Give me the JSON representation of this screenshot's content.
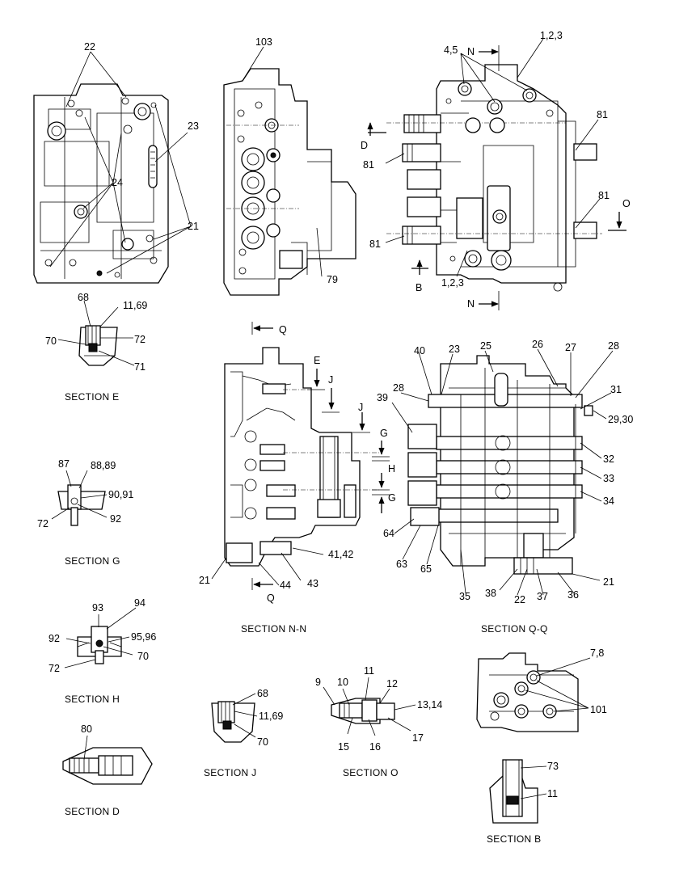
{
  "callouts": {
    "c22a": "22",
    "c103": "103",
    "c45": "4,5",
    "cN1": "N",
    "c123a": "1,2,3",
    "c23a": "23",
    "c81a": "81",
    "cD": "D",
    "c81b": "81",
    "c24": "24",
    "c81c": "81",
    "cO": "O",
    "c21a": "21",
    "c81d": "81",
    "cB": "B",
    "c79": "79",
    "c123b": "1,2,3",
    "cN2": "N",
    "c68a": "68",
    "c1169a": "11,69",
    "c70a": "70",
    "c72a": "72",
    "c71": "71",
    "cQ1": "Q",
    "cE": "E",
    "cJ1": "J",
    "cJ2": "J",
    "cG1": "G",
    "cH": "H",
    "cG2": "G",
    "c40": "40",
    "c23b": "23",
    "c25": "25",
    "c26": "26",
    "c27": "27",
    "c28a": "28",
    "c28b": "28",
    "c31": "31",
    "c39": "39",
    "c2930": "29,30",
    "c32": "32",
    "c87": "87",
    "c8889": "88,89",
    "c33": "33",
    "c9091": "90,91",
    "c34": "34",
    "c72b": "72",
    "c92a": "92",
    "c64": "64",
    "c4142": "41,42",
    "c63": "63",
    "c65": "65",
    "c21b": "21",
    "c44": "44",
    "c43": "43",
    "cQ2": "Q",
    "c35": "35",
    "c38": "38",
    "c22b": "22",
    "c37": "37",
    "c36": "36",
    "c21c": "21",
    "c93": "93",
    "c94": "94",
    "c92b": "92",
    "c9596": "95,96",
    "c70b": "70",
    "c72c": "72",
    "c78": "7,8",
    "c101": "101",
    "c68b": "68",
    "c1169b": "11,69",
    "c70c": "70",
    "c9": "9",
    "c10": "10",
    "c11a": "11",
    "c12": "12",
    "c1314": "13,14",
    "c15": "15",
    "c16": "16",
    "c17": "17",
    "c80": "80",
    "c73": "73",
    "c11b": "11"
  },
  "captions": {
    "sectionE": "SECTION  E",
    "sectionG": "SECTION  G",
    "sectionNN": "SECTION  N-N",
    "sectionQQ": "SECTION  Q-Q",
    "sectionH": "SECTION  H",
    "sectionJ": "SECTION  J",
    "sectionO": "SECTION  O",
    "sectionD": "SECTION  D",
    "sectionB": "SECTION  B"
  }
}
